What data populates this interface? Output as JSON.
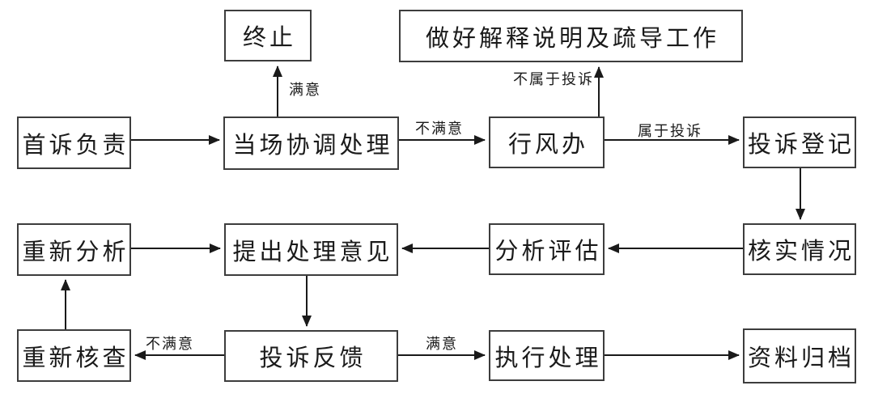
{
  "diagram": {
    "kind": "flowchart",
    "language": "zh-CN",
    "topic": "complaint handling workflow",
    "colors": {
      "background": "#ffffff",
      "box_border": "#3d3d3d",
      "line": "#1a1a1a",
      "text": "#1a1a1a"
    },
    "nodes": {
      "terminate": {
        "label": "终止"
      },
      "explain_guide": {
        "label": "做好解释说明及疏导工作"
      },
      "first_complaint": {
        "label": "首诉负责"
      },
      "onsite_handling": {
        "label": "当场协调处理"
      },
      "conduct_office": {
        "label": "行风办"
      },
      "complaint_register": {
        "label": "投诉登记"
      },
      "reanalyze": {
        "label": "重新分析"
      },
      "propose_opinion": {
        "label": "提出处理意见"
      },
      "analyze_evaluate": {
        "label": "分析评估"
      },
      "verify_situation": {
        "label": "核实情况"
      },
      "recheck": {
        "label": "重新核查"
      },
      "complaint_feedback": {
        "label": "投诉反馈"
      },
      "execute_handling": {
        "label": "执行处理"
      },
      "archive": {
        "label": "资料归档"
      }
    },
    "edges": [
      {
        "from": "first_complaint",
        "to": "onsite_handling",
        "label": ""
      },
      {
        "from": "onsite_handling",
        "to": "terminate",
        "label": "满意"
      },
      {
        "from": "onsite_handling",
        "to": "conduct_office",
        "label": "不满意"
      },
      {
        "from": "conduct_office",
        "to": "explain_guide",
        "label": "不属于投诉"
      },
      {
        "from": "conduct_office",
        "to": "complaint_register",
        "label": "属于投诉"
      },
      {
        "from": "complaint_register",
        "to": "verify_situation",
        "label": ""
      },
      {
        "from": "verify_situation",
        "to": "analyze_evaluate",
        "label": ""
      },
      {
        "from": "analyze_evaluate",
        "to": "propose_opinion",
        "label": ""
      },
      {
        "from": "reanalyze",
        "to": "propose_opinion",
        "label": ""
      },
      {
        "from": "propose_opinion",
        "to": "complaint_feedback",
        "label": ""
      },
      {
        "from": "complaint_feedback",
        "to": "recheck",
        "label": "不满意"
      },
      {
        "from": "recheck",
        "to": "reanalyze",
        "label": ""
      },
      {
        "from": "complaint_feedback",
        "to": "execute_handling",
        "label": "满意"
      },
      {
        "from": "execute_handling",
        "to": "archive",
        "label": ""
      }
    ]
  }
}
